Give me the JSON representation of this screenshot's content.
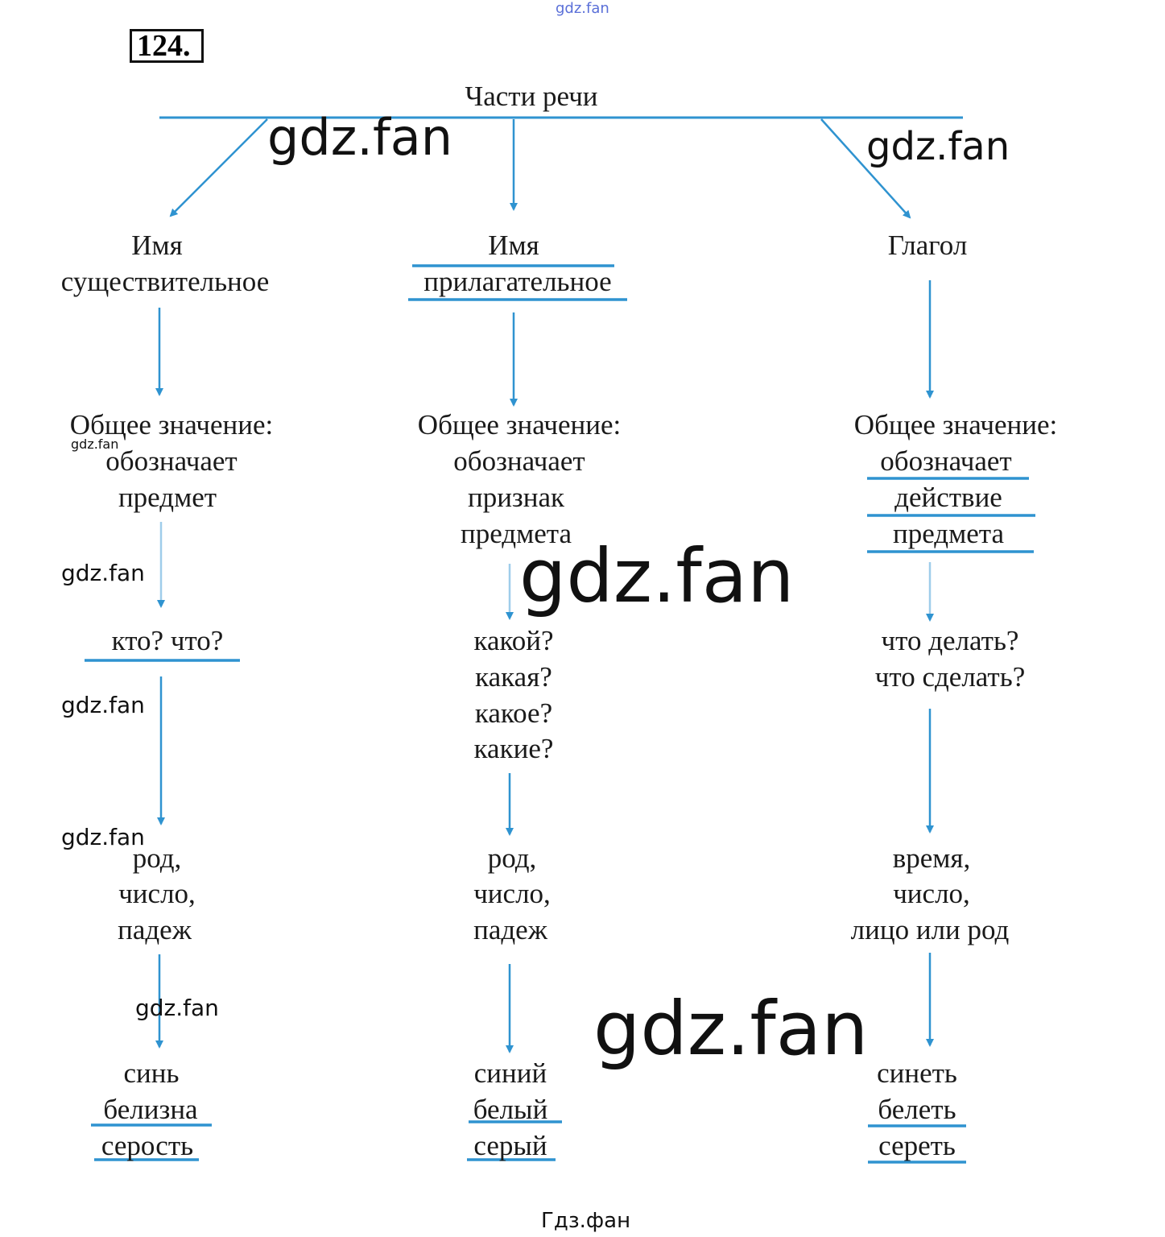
{
  "exercise_number": "124.",
  "title": "Части речи",
  "columns": [
    {
      "name_lines": [
        "Имя",
        "существительное"
      ],
      "meaning_label": "Общее значение:",
      "meaning_lines": [
        "обозначает",
        "предмет"
      ],
      "questions": [
        "кто? что?"
      ],
      "features": [
        "род,",
        "число,",
        "падеж"
      ],
      "examples": [
        "синь",
        "белизна",
        "серость"
      ]
    },
    {
      "name_lines": [
        "Имя",
        "прилагательное"
      ],
      "meaning_label": "Общее значение:",
      "meaning_lines": [
        "обозначает",
        "признак",
        "предмета"
      ],
      "questions": [
        "какой?",
        "какая?",
        "какое?",
        "какие?"
      ],
      "features": [
        "род,",
        "число,",
        "падеж"
      ],
      "examples": [
        "синий",
        "белый",
        "серый"
      ]
    },
    {
      "name_lines": [
        "Глагол"
      ],
      "meaning_label": "Общее значение:",
      "meaning_lines": [
        "обозначает",
        "действие",
        "предмета"
      ],
      "questions": [
        "что делать?",
        "что сделать?"
      ],
      "features": [
        "время,",
        "число,",
        "лицо или род"
      ],
      "examples": [
        "синеть",
        "белеть",
        "сереть"
      ]
    }
  ],
  "watermarks": {
    "top": "gdz.fan",
    "main": "gdz.fan",
    "footer": "Гдз.фан"
  },
  "colors": {
    "accent": "#2f93d0",
    "text": "#1a1a1a"
  }
}
